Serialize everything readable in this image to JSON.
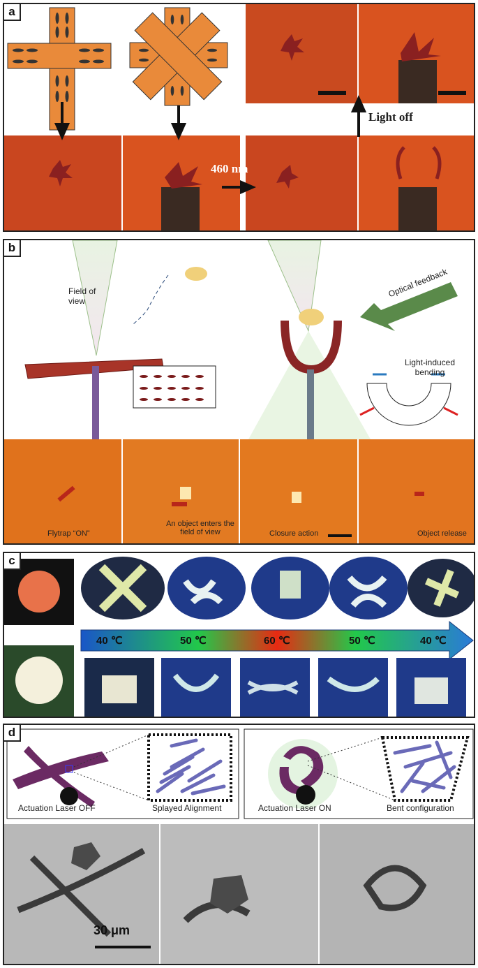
{
  "panels": {
    "a": {
      "label": "a",
      "light_off": "Light off",
      "wavelength": "460 nm"
    },
    "b": {
      "label": "b",
      "field_of_view": "Field of view",
      "optical_feedback": "Optical feedback",
      "light_induced_bending": "Light-induced bending",
      "captions": [
        "Flytrap “ON”",
        "An object enters the field of view",
        "Closure action",
        "Object release"
      ]
    },
    "c": {
      "label": "c",
      "temperatures": [
        "40 ℃",
        "50 ℃",
        "60 ℃",
        "50 ℃",
        "40 ℃"
      ]
    },
    "d": {
      "label": "d",
      "laser_off": "Actuation Laser OFF",
      "splayed": "Splayed Alignment",
      "laser_on": "Actuation Laser ON",
      "bent": "Bent configuration",
      "scale_bar": "30 μm"
    }
  },
  "colors": {
    "orange_photo": "#d9531f",
    "purple": "#6b2a63",
    "dark_red": "#8a2a22"
  }
}
